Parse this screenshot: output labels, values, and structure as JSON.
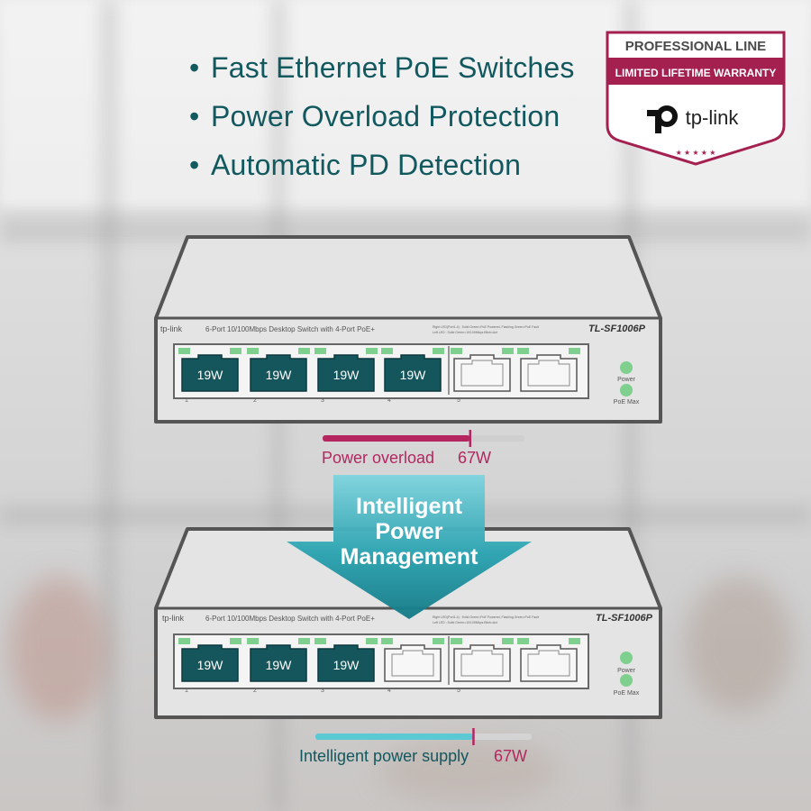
{
  "features": [
    "Fast Ethernet PoE Switches",
    "Power Overload Protection",
    "Automatic PD Detection"
  ],
  "badge": {
    "top_line": "PROFESSIONAL LINE",
    "middle_line": "LIMITED LIFETIME WARRANTY",
    "brand": "tp-link",
    "accent_color": "#a3204f"
  },
  "switch_top": {
    "brand": "tp-link",
    "description": "6-Port 10/100Mbps Desktop Switch with 4-Port PoE+",
    "model": "TL-SF1006P",
    "led_legend_1": "Right LED(Port1-4) : Solid Green=PoE Powered, Flashing Green=PoE Fault",
    "led_legend_2": "Left LED : Solid Green=10/100Mbps  Blink=Act",
    "ports": [
      {
        "number": "1",
        "label": "19W",
        "powered": true
      },
      {
        "number": "2",
        "label": "19W",
        "powered": true
      },
      {
        "number": "3",
        "label": "19W",
        "powered": true
      },
      {
        "number": "4",
        "label": "19W",
        "powered": true
      },
      {
        "number": "5",
        "label": "",
        "powered": false
      },
      {
        "number": "",
        "label": "",
        "powered": false
      }
    ],
    "led_power": "Power",
    "led_poe_max": "PoE Max"
  },
  "overload_bar": {
    "label": "Power overload",
    "value": "67W",
    "fill_fraction": 0.73
  },
  "arrow_text": [
    "Intelligent",
    "Power",
    "Management"
  ],
  "switch_bottom": {
    "brand": "tp-link",
    "description": "6-Port 10/100Mbps Desktop Switch with 4-Port PoE+",
    "model": "TL-SF1006P",
    "led_legend_1": "Right LED(Port1-4) : Solid Green=PoE Powered, Flashing Green=PoE Fault",
    "led_legend_2": "Left LED : Solid Green=10/100Mbps  Blink=Act",
    "ports": [
      {
        "number": "1",
        "label": "19W",
        "powered": true
      },
      {
        "number": "2",
        "label": "19W",
        "powered": true
      },
      {
        "number": "3",
        "label": "19W",
        "powered": true
      },
      {
        "number": "4",
        "label": "",
        "powered": false
      },
      {
        "number": "5",
        "label": "",
        "powered": false
      },
      {
        "number": "",
        "label": "",
        "powered": false
      }
    ],
    "led_power": "Power",
    "led_poe_max": "PoE Max"
  },
  "supply_bar": {
    "label": "Intelligent power supply",
    "value": "67W",
    "fill_fraction": 0.73
  },
  "colors": {
    "teal": "#12585f",
    "port_fill": "#15565d",
    "led_green": "#7fcf8f",
    "magenta": "#b52661",
    "cyan": "#5bc9d3"
  }
}
